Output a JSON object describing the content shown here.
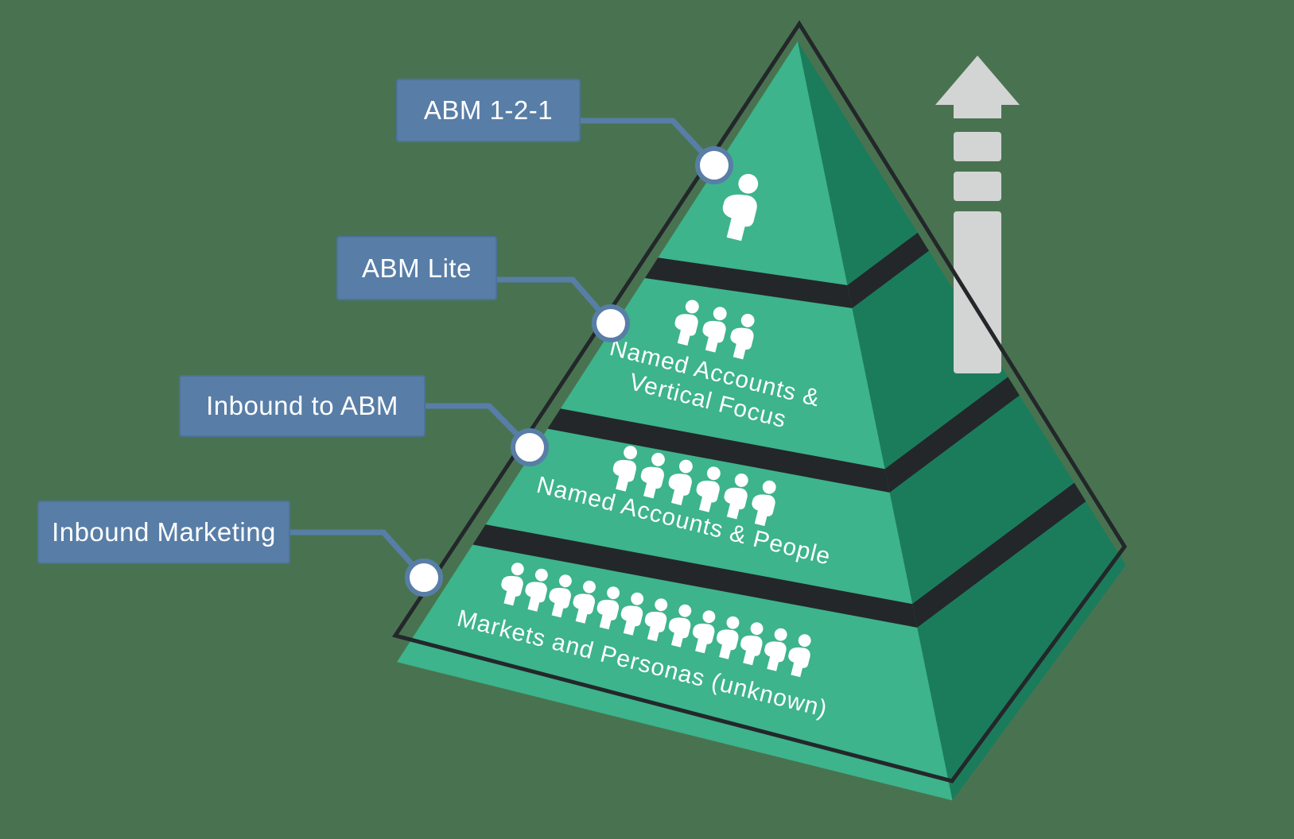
{
  "title": "ABM maturity pyramid diagram",
  "colors": {
    "background": "#497350",
    "pyramid_front": "#3DB48B",
    "pyramid_side": "#1B7C5C",
    "tier_gap": "#23272A",
    "outline": "#23272A",
    "label_bg": "#587EA7",
    "label_border": "#4D739C",
    "connector": "#587EA7",
    "marker_fill": "#FFFFFF",
    "arrow": "#D3D4D4",
    "text": "#FFFFFF"
  },
  "labels": [
    {
      "text": "ABM 1-2-1"
    },
    {
      "text": "ABM Lite"
    },
    {
      "text": "Inbound to ABM"
    },
    {
      "text": "Inbound Marketing"
    }
  ],
  "tiers": [
    {
      "people": 1
    },
    {
      "people": 3,
      "line1": "Named Accounts &",
      "line2": "Vertical Focus"
    },
    {
      "people": 6,
      "line1": "Named Accounts & People"
    },
    {
      "people": 13,
      "line1": "Markets and Personas (unknown)"
    }
  ],
  "arrow": {
    "direction": "up"
  }
}
